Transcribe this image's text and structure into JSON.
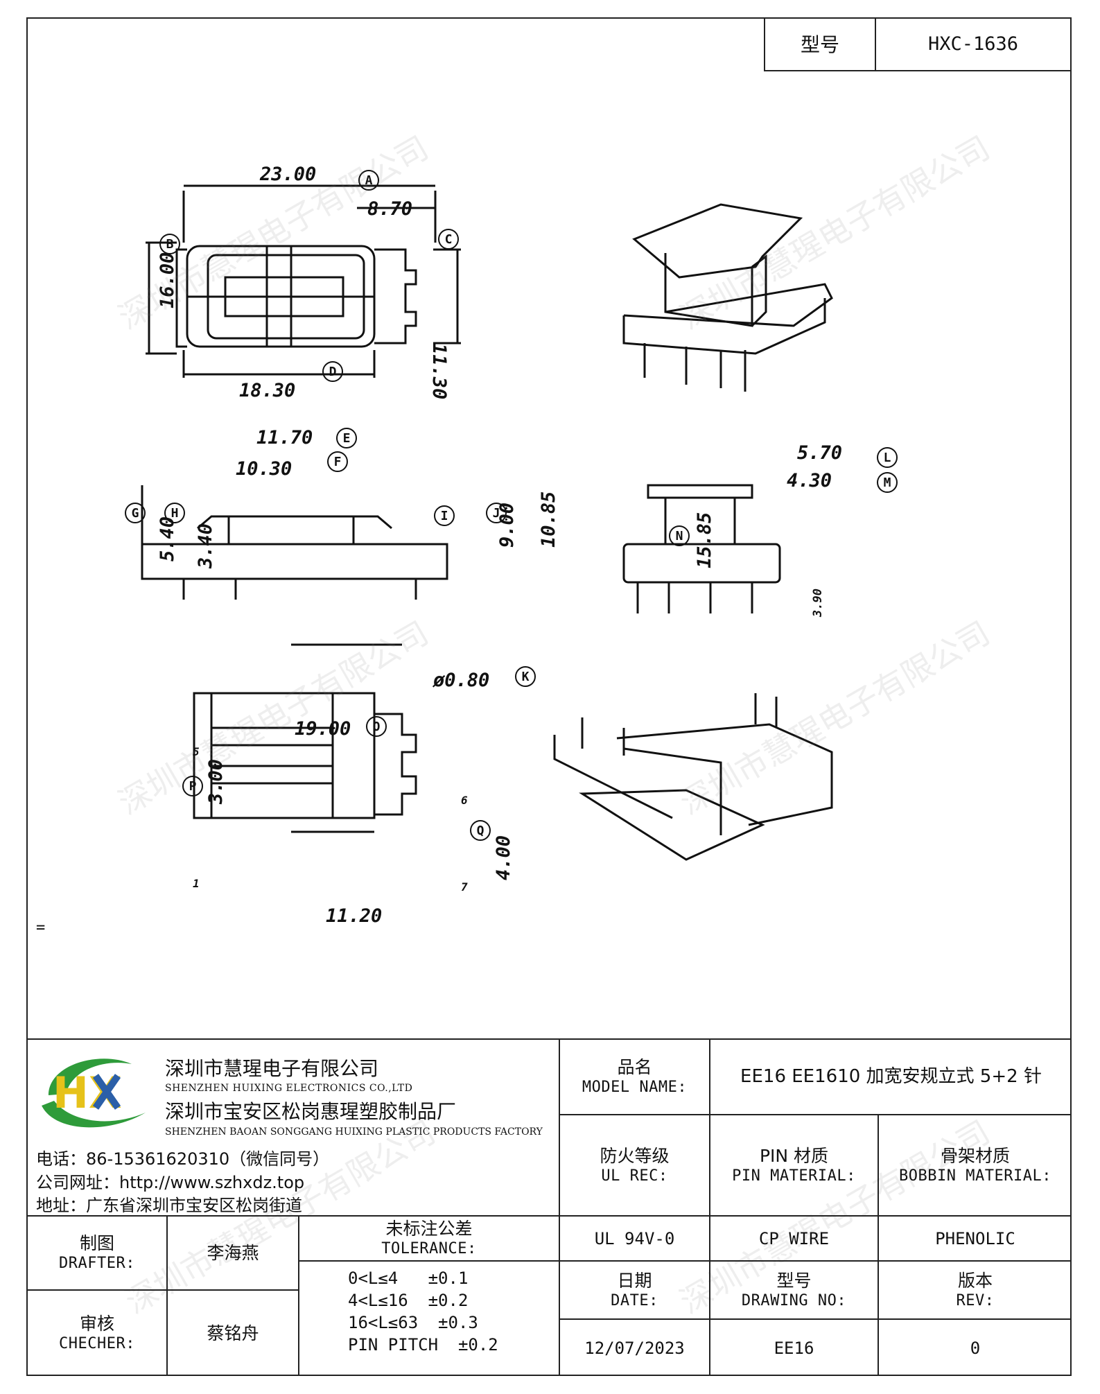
{
  "header": {
    "model_label": "型号",
    "model_value": "HXC-1636"
  },
  "drawing": {
    "top_view": {
      "A": "23.00",
      "C": "8.70",
      "height": "11.30",
      "B": "16.00",
      "D": "18.30"
    },
    "side_view": {
      "E": "11.70",
      "F": "10.30",
      "G": "5.40",
      "H": "3.40",
      "I": "9.00",
      "J": "10.85",
      "K": "ø0.80"
    },
    "end_view": {
      "L": "5.70",
      "M": "4.30",
      "N": "15.85",
      "pin": "3.90"
    },
    "bottom_view": {
      "O": "19.00",
      "P": "3.00",
      "Q": "4.00",
      "width": "11.20",
      "pins_left_top": "5",
      "pins_left_bottom": "1",
      "pins_right_top": "6",
      "pins_right_bottom": "7"
    },
    "letters": [
      "A",
      "B",
      "C",
      "D",
      "E",
      "F",
      "G",
      "H",
      "I",
      "J",
      "K",
      "L",
      "M",
      "N",
      "O",
      "P",
      "Q"
    ],
    "stray_mark": "="
  },
  "watermark": "深圳市慧瑆电子有限公司",
  "company": {
    "name_cn": "深圳市慧瑆电子有限公司",
    "name_en": "SHENZHEN HUIXING ELECTRONICS CO.,LTD",
    "factory_cn": "深圳市宝安区松岗惠瑆塑胶制品厂",
    "factory_en": "SHENZHEN BAOAN SONGGANG HUIXING PLASTIC PRODUCTS FACTORY",
    "phone": "电话：86-15361620310（微信同号）",
    "website": "公司网址：http://www.szhxdz.top",
    "address": "地址：广东省深圳市宝安区松岗街道",
    "logo_text": "HX",
    "colors": {
      "logo_green": "#2e9b3a",
      "logo_yellow": "#e6c21a",
      "logo_blue": "#2b5fa8"
    }
  },
  "titleblock": {
    "model_name_cn": "品名",
    "model_name_en": "MODEL NAME:",
    "model_name_value": "EE16 EE1610 加宽安规立式 5+2 针",
    "ul_cn": "防火等级",
    "ul_en": "UL REC:",
    "pin_cn": "PIN 材质",
    "pin_en": "PIN MATERIAL:",
    "bobbin_cn": "骨架材质",
    "bobbin_en": "BOBBIN MATERIAL:",
    "ul_value": "UL 94V-0",
    "pin_value": "CP WIRE",
    "bobbin_value": "PHENOLIC",
    "date_cn": "日期",
    "date_en": "DATE:",
    "drawing_cn": "型号",
    "drawing_en": "DRAWING NO:",
    "rev_cn": "版本",
    "rev_en": "REV:",
    "date_value": "12/07/2023",
    "drawing_value": "EE16",
    "rev_value": "0",
    "drafter_cn": "制图",
    "drafter_en": "DRAFTER:",
    "drafter_value": "李海燕",
    "checker_cn": "审核",
    "checker_en": "CHECHER:",
    "checker_value": "蔡铭舟",
    "tolerance_cn": "未标注公差",
    "tolerance_en": "TOLERANCE:",
    "tolerances": [
      "0<L≤4   ±0.1",
      "4<L≤16  ±0.2",
      "16<L≤63  ±0.3",
      "PIN PITCH  ±0.2"
    ]
  }
}
